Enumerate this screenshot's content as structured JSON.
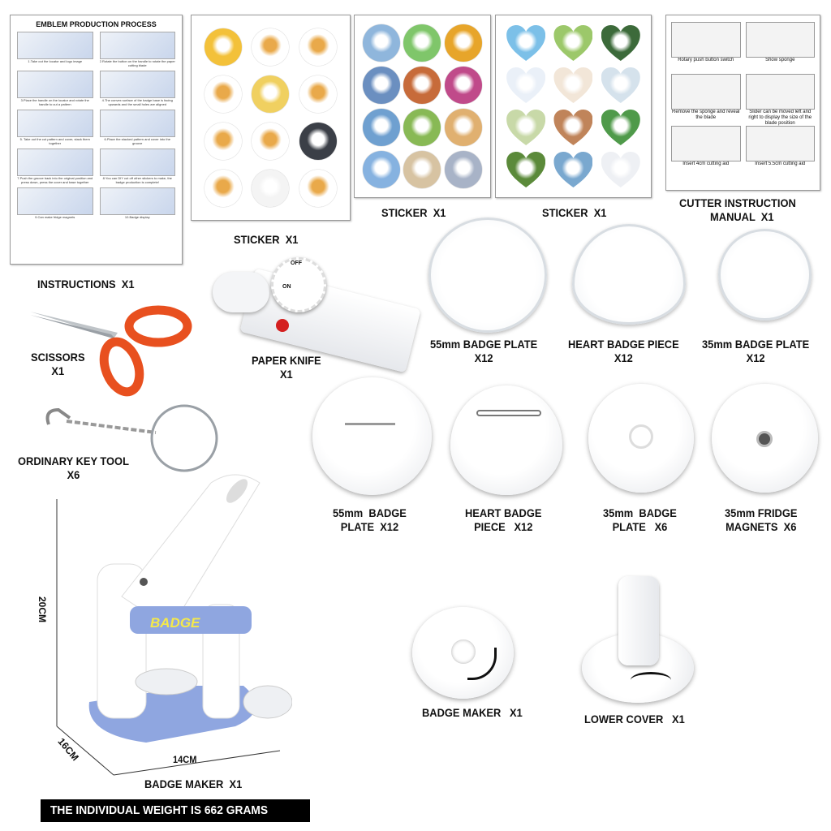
{
  "instructions": {
    "title": "EMBLEM PRODUCTION PROCESS",
    "steps": [
      "1.Take out the locator and logo image",
      "2.Rotate the button on the handle to rotate the paper cutting blade",
      "3.Place the handle on the locator and rotate the handle to cut a pattern",
      "4.The convex surface of the badge base is facing upwards and the small holes are aligned",
      "5. Take out the cut pattern and cover, stack them together",
      "6.Place the stacked pattern and cover into the groove",
      "7.Push the groove back into the original position and press down, press the cover and base together",
      "8.You can DIY cut off other stickers to make, the badge production is complete!",
      "9.Can make fridge magnets",
      "10.Badge display"
    ],
    "label": "INSTRUCTIONS  X1"
  },
  "stickers": [
    {
      "label": "STICKER  X1",
      "colors": [
        "#f3c13a",
        "#fff",
        "#fff",
        "#fff",
        "#f0d060",
        "#fff",
        "#fff",
        "#fff",
        "#3b3f47",
        "#fff",
        "#f4f4f4",
        "#fff"
      ]
    },
    {
      "label": "STICKER  X1",
      "colors": [
        "#8fb6dc",
        "#7fc66a",
        "#e7a52a",
        "#6b8fc0",
        "#c76b3a",
        "#c04a8a",
        "#6fa0d0",
        "#88b955",
        "#e0b070",
        "#86b2e0",
        "#d7c3a2",
        "#a8b3c7"
      ]
    },
    {
      "label": "STICKER  X1",
      "colors": [
        "#7cc0e8",
        "#9cc86a",
        "#3c6a3a",
        "#eaf0f8",
        "#f2e6d8",
        "#d5e2ec",
        "#c8d9a8",
        "#c0845a",
        "#4f9a4a",
        "#5b8a3a",
        "#7aa8cf",
        "#eef0f4"
      ]
    }
  ],
  "cutter_manual": {
    "steps": [
      "Rotary push button switch",
      "Show sponge",
      "Remove the sponge and reveal the blade",
      "Slider can be moved left and right to display the size of the blade position",
      "Insert 4cm cutting aid",
      "Insert 5.5cm cutting aid"
    ],
    "label": "CUTTER INSTRUCTION\n   MANUAL  X1"
  },
  "paper_knife": {
    "label": "PAPER KNIFE\nX1",
    "dial_off": "OFF",
    "dial_on": "ON"
  },
  "scissors": {
    "label": "SCISSORS\nX1"
  },
  "key_tool": {
    "label": "ORDINARY KEY TOOL\nX6"
  },
  "clear_parts": [
    {
      "label": "55mm BADGE PLATE\nX12"
    },
    {
      "label": "HEART BADGE PIECE\nX12"
    },
    {
      "label": "35mm BADGE PLATE\nX12"
    }
  ],
  "back_parts": [
    {
      "label": "55mm  BADGE\nPLATE  X12"
    },
    {
      "label": "HEART BADGE\nPIECE   X12"
    },
    {
      "label": "35mm  BADGE\nPLATE   X6"
    },
    {
      "label": "35mm FRIDGE\nMAGNETS  X6"
    }
  ],
  "machine": {
    "brand": "BADGE",
    "height": "20CM",
    "depth": "16CM",
    "width": "14CM",
    "label": "BADGE MAKER  X1"
  },
  "badge_maker_disk": {
    "label": "BADGE MAKER   X1"
  },
  "lower_cover": {
    "label": "LOWER COVER   X1"
  },
  "weight_banner": "THE INDIVIDUAL WEIGHT IS 662 GRAMS",
  "colors": {
    "accent_blue": "#8fa6e0",
    "scissor_orange": "#e8501f",
    "banner": "#000000"
  }
}
